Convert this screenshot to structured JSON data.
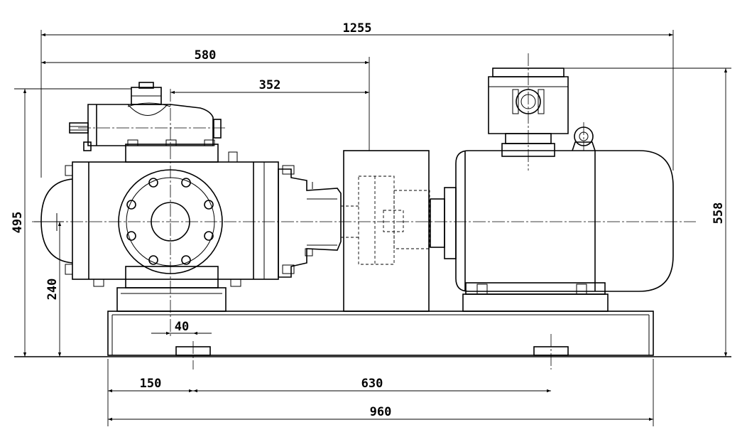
{
  "dimensions": {
    "overall_length": "1255",
    "pump_to_coupling": "580",
    "flange_to_coupling": "352",
    "overall_height": "558",
    "pump_height": "495",
    "shaft_height": "240",
    "foot_offset": "40",
    "hole_offset": "150",
    "hole_spacing": "630",
    "base_length": "960"
  }
}
